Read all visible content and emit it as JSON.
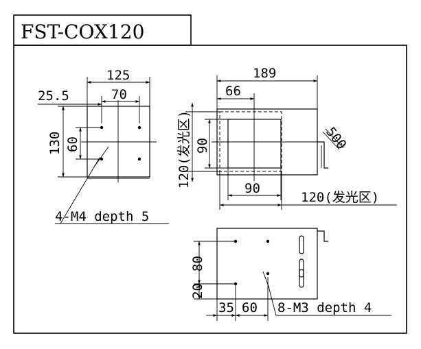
{
  "title": "FST-COX120",
  "front_view": {
    "width": "125",
    "hole_offset": "25.5",
    "hole_span_x": "70",
    "height": "130",
    "hole_span_y": "60",
    "screw_note": "4-M4 depth 5"
  },
  "side_view": {
    "length": "189",
    "window_offset": "66",
    "window_height": "90",
    "window_width": "90",
    "emit_area_height": "120(发光区)",
    "emit_area_width": "120(发光区)",
    "cable_length": "500"
  },
  "bottom_view": {
    "hole_span_y": "80",
    "hole_offset_y": "20",
    "hole_offset_x": "35",
    "hole_span_x": "60",
    "screw_note": "8-M3 depth 4"
  }
}
